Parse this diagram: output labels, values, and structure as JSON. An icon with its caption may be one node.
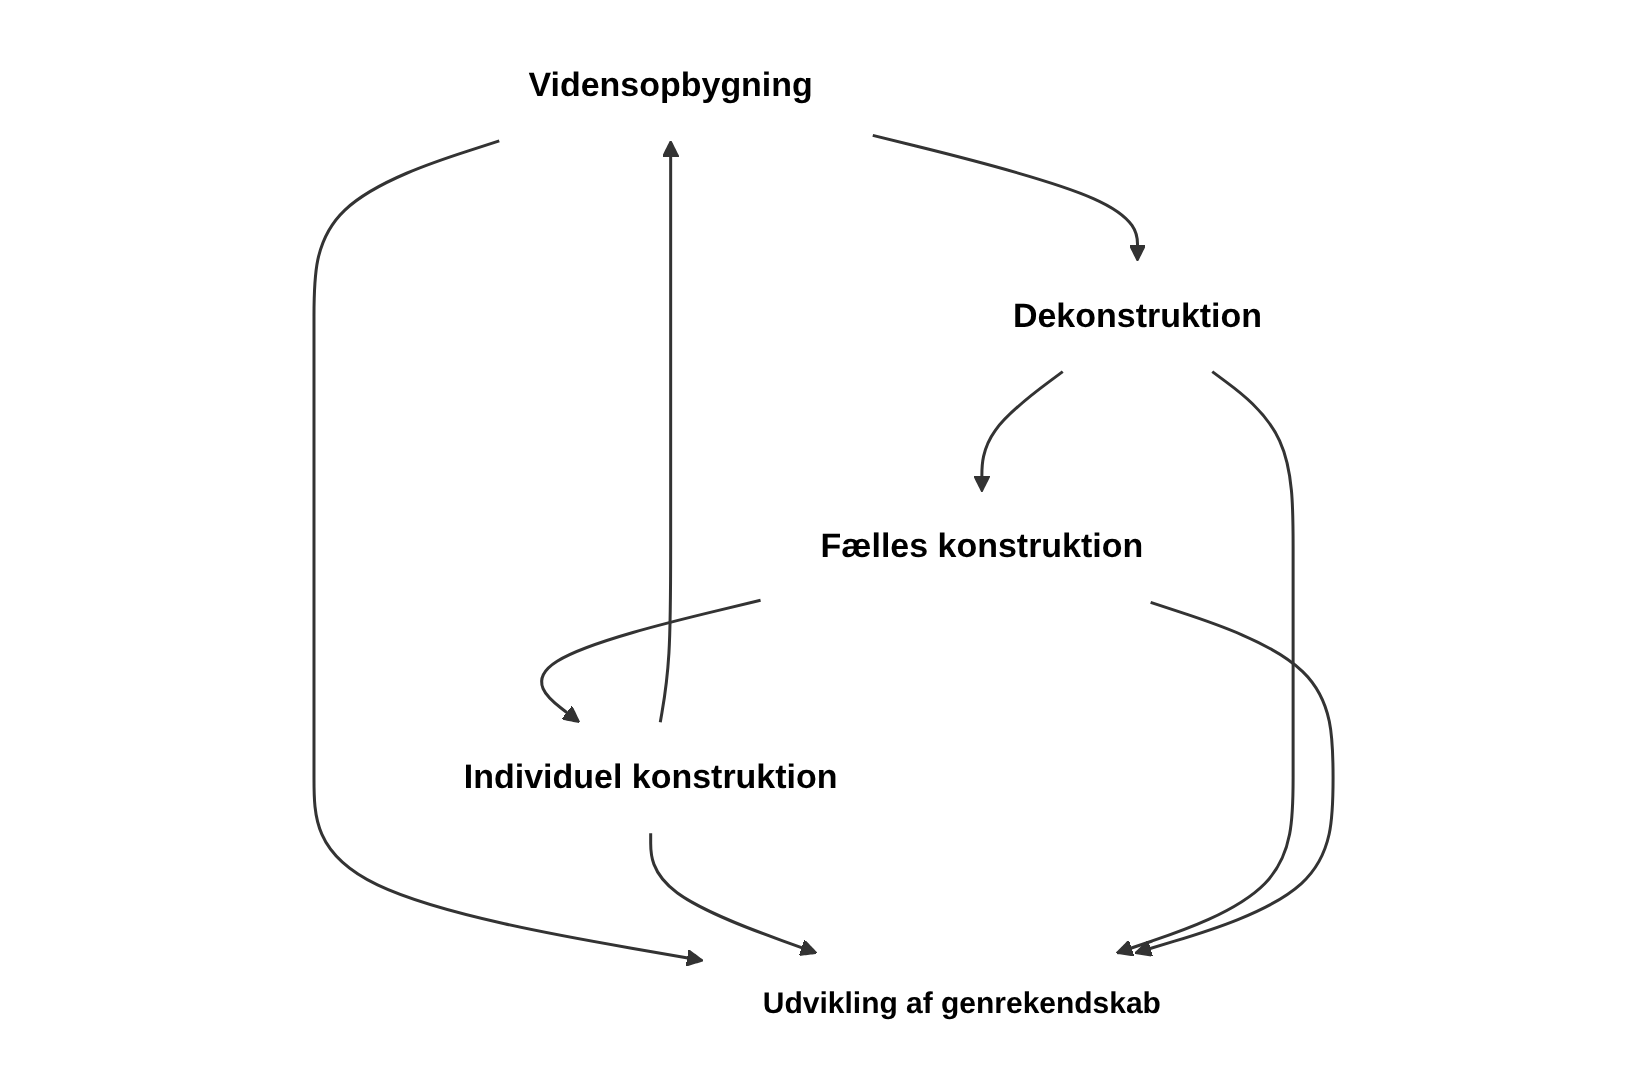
{
  "diagram": {
    "nodes": [
      {
        "text": [
          "Vidensopbygning"
        ]
      },
      {
        "text": [
          "Individuel konstruktion"
        ]
      },
      {
        "text": [
          "Udvikling af genrekendskab"
        ]
      },
      {
        "text": [
          "Dekonstruktion"
        ]
      },
      {
        "text": [
          "Fælles konstruktion"
        ]
      }
    ],
    "edges": [
      {
        "from": 0,
        "to": 3,
        "arrow": "to"
      },
      {
        "from": 3,
        "to": 4,
        "arrow": "to"
      },
      {
        "from": 4,
        "to": 1,
        "arrow": "to"
      },
      {
        "from": 1,
        "to": 0,
        "arrow": "to"
      },
      {
        "from": 0,
        "to": 2,
        "arrow": "to"
      },
      {
        "from": 1,
        "to": 2,
        "arrow": "to"
      },
      {
        "from": 3,
        "to": 2,
        "arrow": "to"
      },
      {
        "from": 4,
        "to": 2,
        "arrow": "to"
      }
    ]
  }
}
